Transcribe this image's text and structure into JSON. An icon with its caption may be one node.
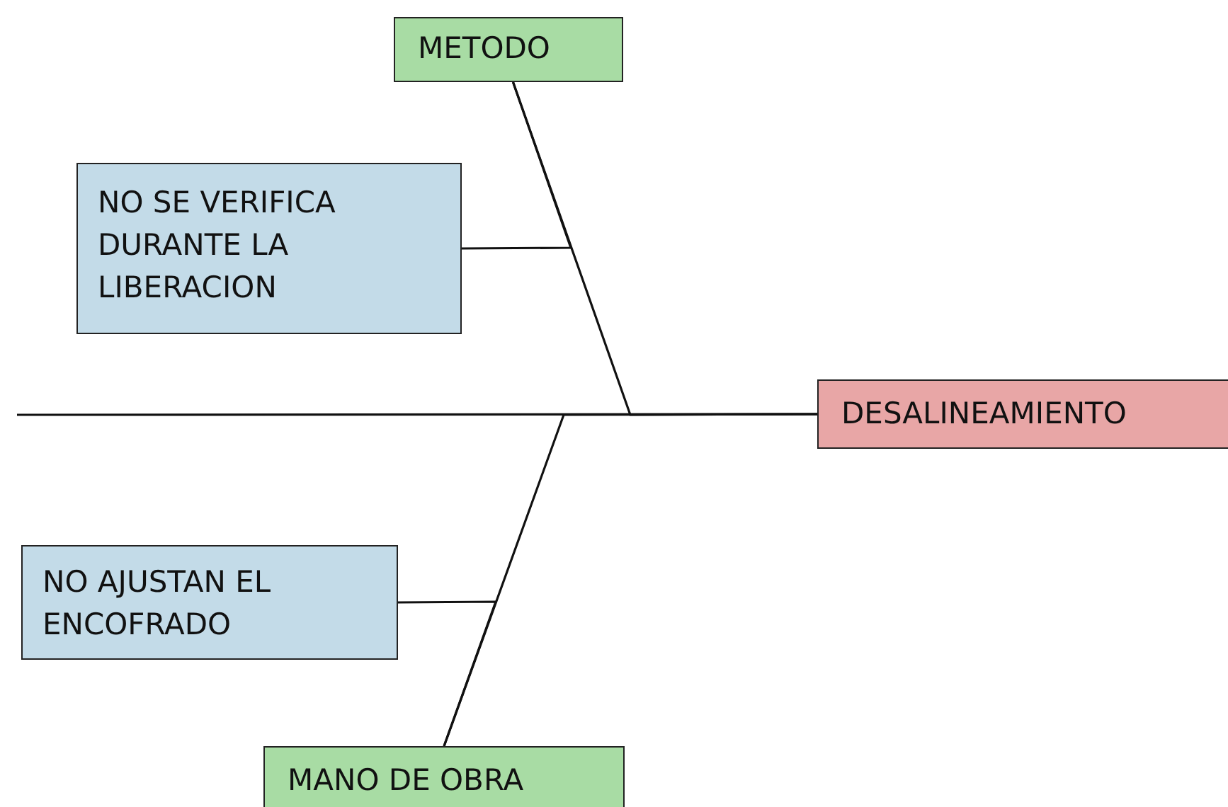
{
  "diagram": {
    "nodes": [
      {
        "text": [
          "METODO"
        ]
      },
      {
        "text": [
          "NO SE VERIFICA DURANTE LA LIBERACION"
        ]
      },
      {
        "text": [
          "DESALINEAMIENTO"
        ]
      },
      {
        "text": [
          "NO AJUSTAN EL ENCOFRADO"
        ]
      },
      {
        "text": [
          "MANO DE OBRA"
        ]
      }
    ],
    "edges": [
      {
        "from": 1,
        "to": 0,
        "arrow": "none"
      },
      {
        "from": 0,
        "to": 2,
        "arrow": "none"
      },
      {
        "from": 3,
        "to": 4,
        "arrow": "none"
      },
      {
        "from": 4,
        "to": 2,
        "arrow": "none"
      },
      {
        "from": null,
        "to": 2,
        "arrow": "none"
      }
    ]
  }
}
